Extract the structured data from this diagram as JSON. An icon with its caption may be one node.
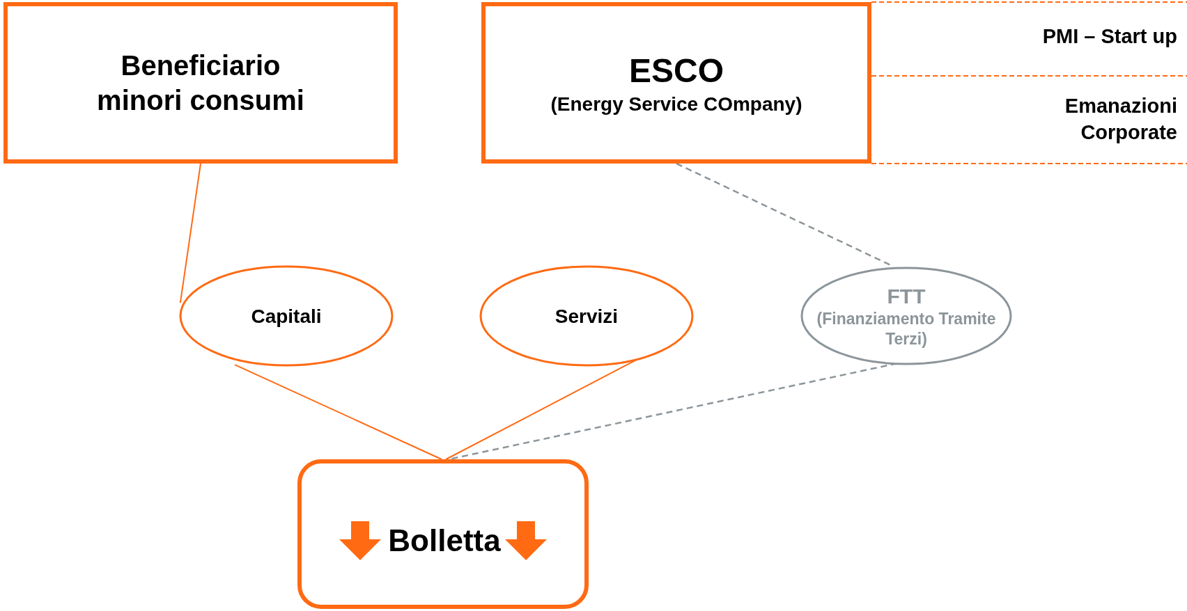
{
  "diagram": {
    "nodes": [
      {
        "text": [
          "Beneficiario minori consumi"
        ]
      },
      {
        "text": [
          "ESCO",
          "(Energy Service COmpany)"
        ]
      },
      {
        "text": [
          "Capitali"
        ]
      },
      {
        "text": [
          "Servizi"
        ]
      },
      {
        "text": [
          "FTT",
          "(Finanziamento Tramite Terzi)"
        ]
      },
      {
        "text": [
          "Bolletta"
        ]
      }
    ],
    "edges": [
      {
        "from": 0,
        "to": 2,
        "arrow": "none"
      },
      {
        "from": 2,
        "to": 5,
        "arrow": "none"
      },
      {
        "from": 3,
        "to": 5,
        "arrow": "none"
      },
      {
        "from": 1,
        "to": 4,
        "arrow": "none",
        "style": "dashed",
        "color": "#8c959a"
      },
      {
        "from": 4,
        "to": 5,
        "arrow": "none",
        "style": "dashed",
        "color": "#8c959a"
      }
    ],
    "labels": [
      "PMI – Start up",
      "Emanazioni Corporate"
    ]
  }
}
